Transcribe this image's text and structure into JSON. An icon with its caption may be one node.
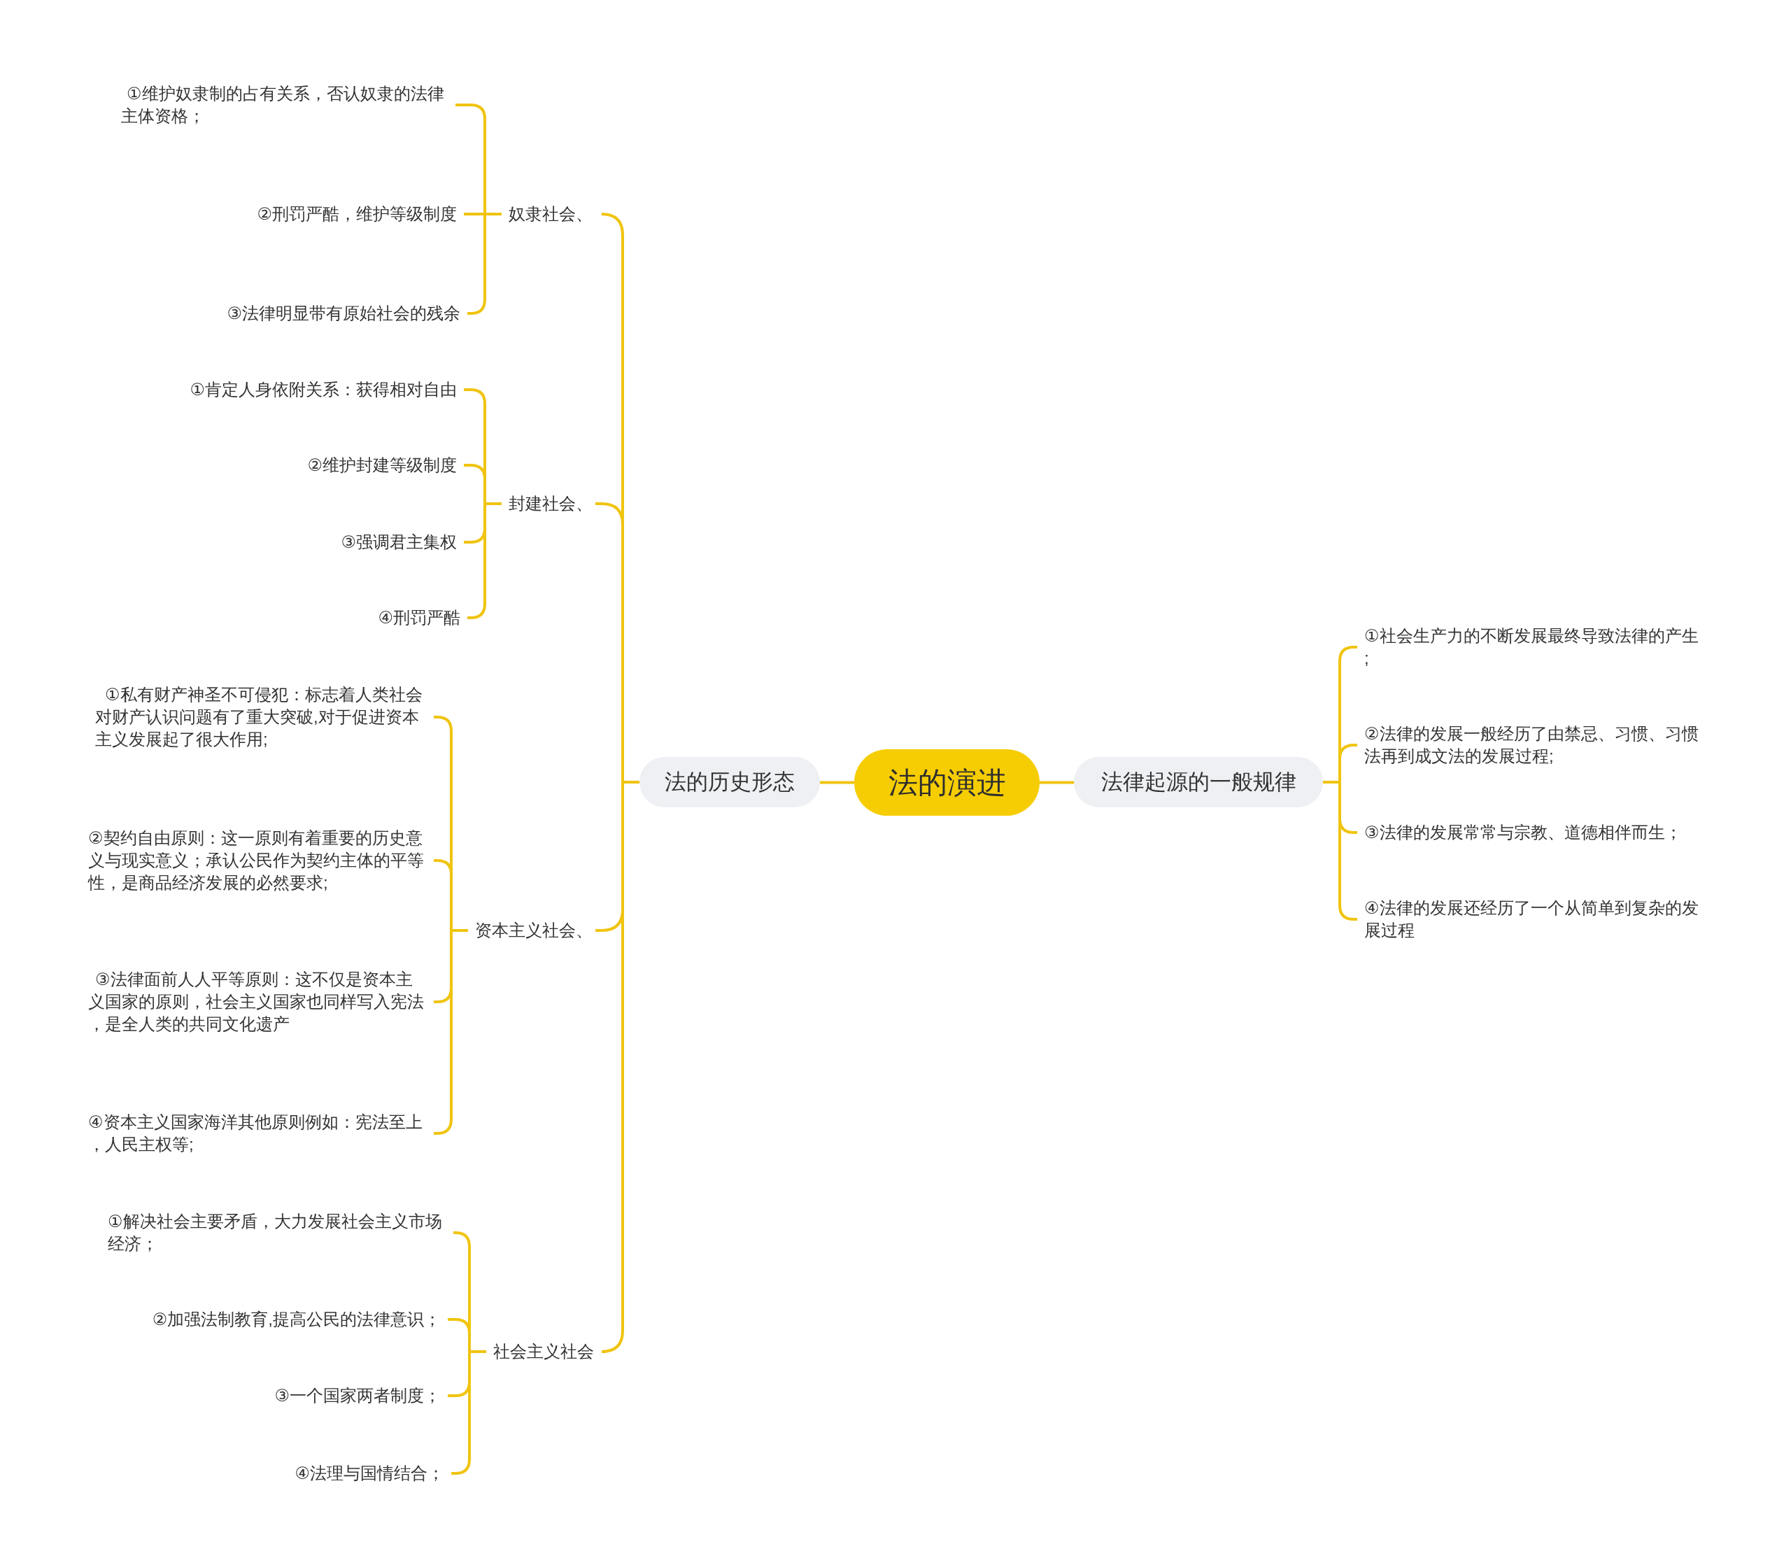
{
  "diagram": {
    "nodes": [
      {
        "text": [
          "法的演进"
        ]
      },
      {
        "text": [
          "法的历史形态"
        ]
      },
      {
        "text": [
          "奴隶社会、"
        ]
      },
      {
        "text": [
          "①维护奴隶制的占有关系，否认奴隶的法律主体资格；"
        ]
      },
      {
        "text": [
          "②刑罚严酷，维护等级制度"
        ]
      },
      {
        "text": [
          "③法律明显带有原始社会的残余"
        ]
      },
      {
        "text": [
          "封建社会、"
        ]
      },
      {
        "text": [
          "①肯定人身依附关系：获得相对自由"
        ]
      },
      {
        "text": [
          "②维护封建等级制度"
        ]
      },
      {
        "text": [
          "③强调君主集权"
        ]
      },
      {
        "text": [
          "④刑罚严酷"
        ]
      },
      {
        "text": [
          "资本主义社会、"
        ]
      },
      {
        "text": [
          "①私有财产神圣不可侵犯：标志着人类社会对财产认识问题有了重大突破,对于促进资本主义发展起了很大作用;"
        ]
      },
      {
        "text": [
          "②契约自由原则：这一原则有着重要的历史意义与现实意义；承认公民作为契约主体的平等性，是商品经济发展的必然要求;"
        ]
      },
      {
        "text": [
          "③法律面前人人平等原则：这不仅是资本主义国家的原则，社会主义国家也同样写入宪法，是全人类的共同文化遗产"
        ]
      },
      {
        "text": [
          "④资本主义国家海洋其他原则例如：宪法至上，人民主权等;"
        ]
      },
      {
        "text": [
          "社会主义社会"
        ]
      },
      {
        "text": [
          "①解决社会主要矛盾，大力发展社会主义市场经济；"
        ]
      },
      {
        "text": [
          "②加强法制教育,提高公民的法律意识；"
        ]
      },
      {
        "text": [
          "③一个国家两者制度；"
        ]
      },
      {
        "text": [
          "④法理与国情结合；"
        ]
      },
      {
        "text": [
          "法律起源的一般规律"
        ]
      },
      {
        "text": [
          "①社会生产力的不断发展最终导致法律的产生;"
        ]
      },
      {
        "text": [
          "②法律的发展一般经历了由禁忌、习惯、习惯法再到成文法的发展过程;"
        ]
      },
      {
        "text": [
          "③法律的发展常常与宗教、道德相伴而生；"
        ]
      },
      {
        "text": [
          "④法律的发展还经历了一个从简单到复杂的发展过程"
        ]
      }
    ],
    "edges": [
      {
        "from": 0,
        "to": 1,
        "arrow": "none"
      },
      {
        "from": 1,
        "to": 2,
        "arrow": "none"
      },
      {
        "from": 2,
        "to": 3,
        "arrow": "none"
      },
      {
        "from": 2,
        "to": 4,
        "arrow": "none"
      },
      {
        "from": 2,
        "to": 5,
        "arrow": "none"
      },
      {
        "from": 1,
        "to": 6,
        "arrow": "none"
      },
      {
        "from": 6,
        "to": 7,
        "arrow": "none"
      },
      {
        "from": 6,
        "to": 8,
        "arrow": "none"
      },
      {
        "from": 6,
        "to": 9,
        "arrow": "none"
      },
      {
        "from": 6,
        "to": 10,
        "arrow": "none"
      },
      {
        "from": 1,
        "to": 11,
        "arrow": "none"
      },
      {
        "from": 11,
        "to": 12,
        "arrow": "none"
      },
      {
        "from": 11,
        "to": 13,
        "arrow": "none"
      },
      {
        "from": 11,
        "to": 14,
        "arrow": "none"
      },
      {
        "from": 11,
        "to": 15,
        "arrow": "none"
      },
      {
        "from": 1,
        "to": 16,
        "arrow": "none"
      },
      {
        "from": 16,
        "to": 17,
        "arrow": "none"
      },
      {
        "from": 16,
        "to": 18,
        "arrow": "none"
      },
      {
        "from": 16,
        "to": 19,
        "arrow": "none"
      },
      {
        "from": 16,
        "to": 20,
        "arrow": "none"
      },
      {
        "from": 0,
        "to": 21,
        "arrow": "none"
      },
      {
        "from": 21,
        "to": 22,
        "arrow": "none"
      },
      {
        "from": 21,
        "to": 23,
        "arrow": "none"
      },
      {
        "from": 21,
        "to": 24,
        "arrow": "none"
      },
      {
        "from": 21,
        "to": 25,
        "arrow": "none"
      }
    ]
  }
}
